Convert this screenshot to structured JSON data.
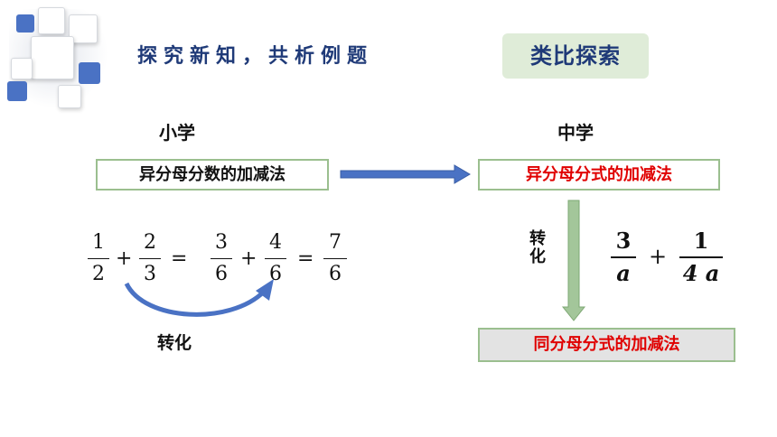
{
  "header": {
    "title": "探究新知，共析例题",
    "badge": "类比探索"
  },
  "left": {
    "heading": "小学",
    "box_label": "异分母分数的加减法",
    "equation": {
      "f1": {
        "num": "1",
        "den": "2"
      },
      "op1": "+",
      "f2": {
        "num": "2",
        "den": "3"
      },
      "eq1": "=",
      "f3": {
        "num": "3",
        "den": "6"
      },
      "op2": "+",
      "f4": {
        "num": "4",
        "den": "6"
      },
      "eq2": "=",
      "f5": {
        "num": "7",
        "den": "6"
      }
    },
    "curve_label": "转化"
  },
  "right": {
    "heading": "中学",
    "box_label": "异分母分式的加减法",
    "vertical_label": "转化",
    "expression": {
      "f1": {
        "num": "3",
        "den": "a"
      },
      "op": "+",
      "f2": {
        "num": "1",
        "den": "4 a"
      }
    },
    "bottom_box_label": "同分母分式的加减法"
  },
  "colors": {
    "title": "#1f3a78",
    "badge_bg": "#dfecd8",
    "arrow_blue": "#4a72c4",
    "arrow_green": "#a3c69a",
    "highlight_red": "#e00000",
    "box_border": "#9bbf8f"
  },
  "icons": {
    "horizontal_arrow": "right-arrow-icon",
    "vertical_arrow": "down-arrow-icon",
    "curve_arrow": "curved-arrow-icon"
  }
}
